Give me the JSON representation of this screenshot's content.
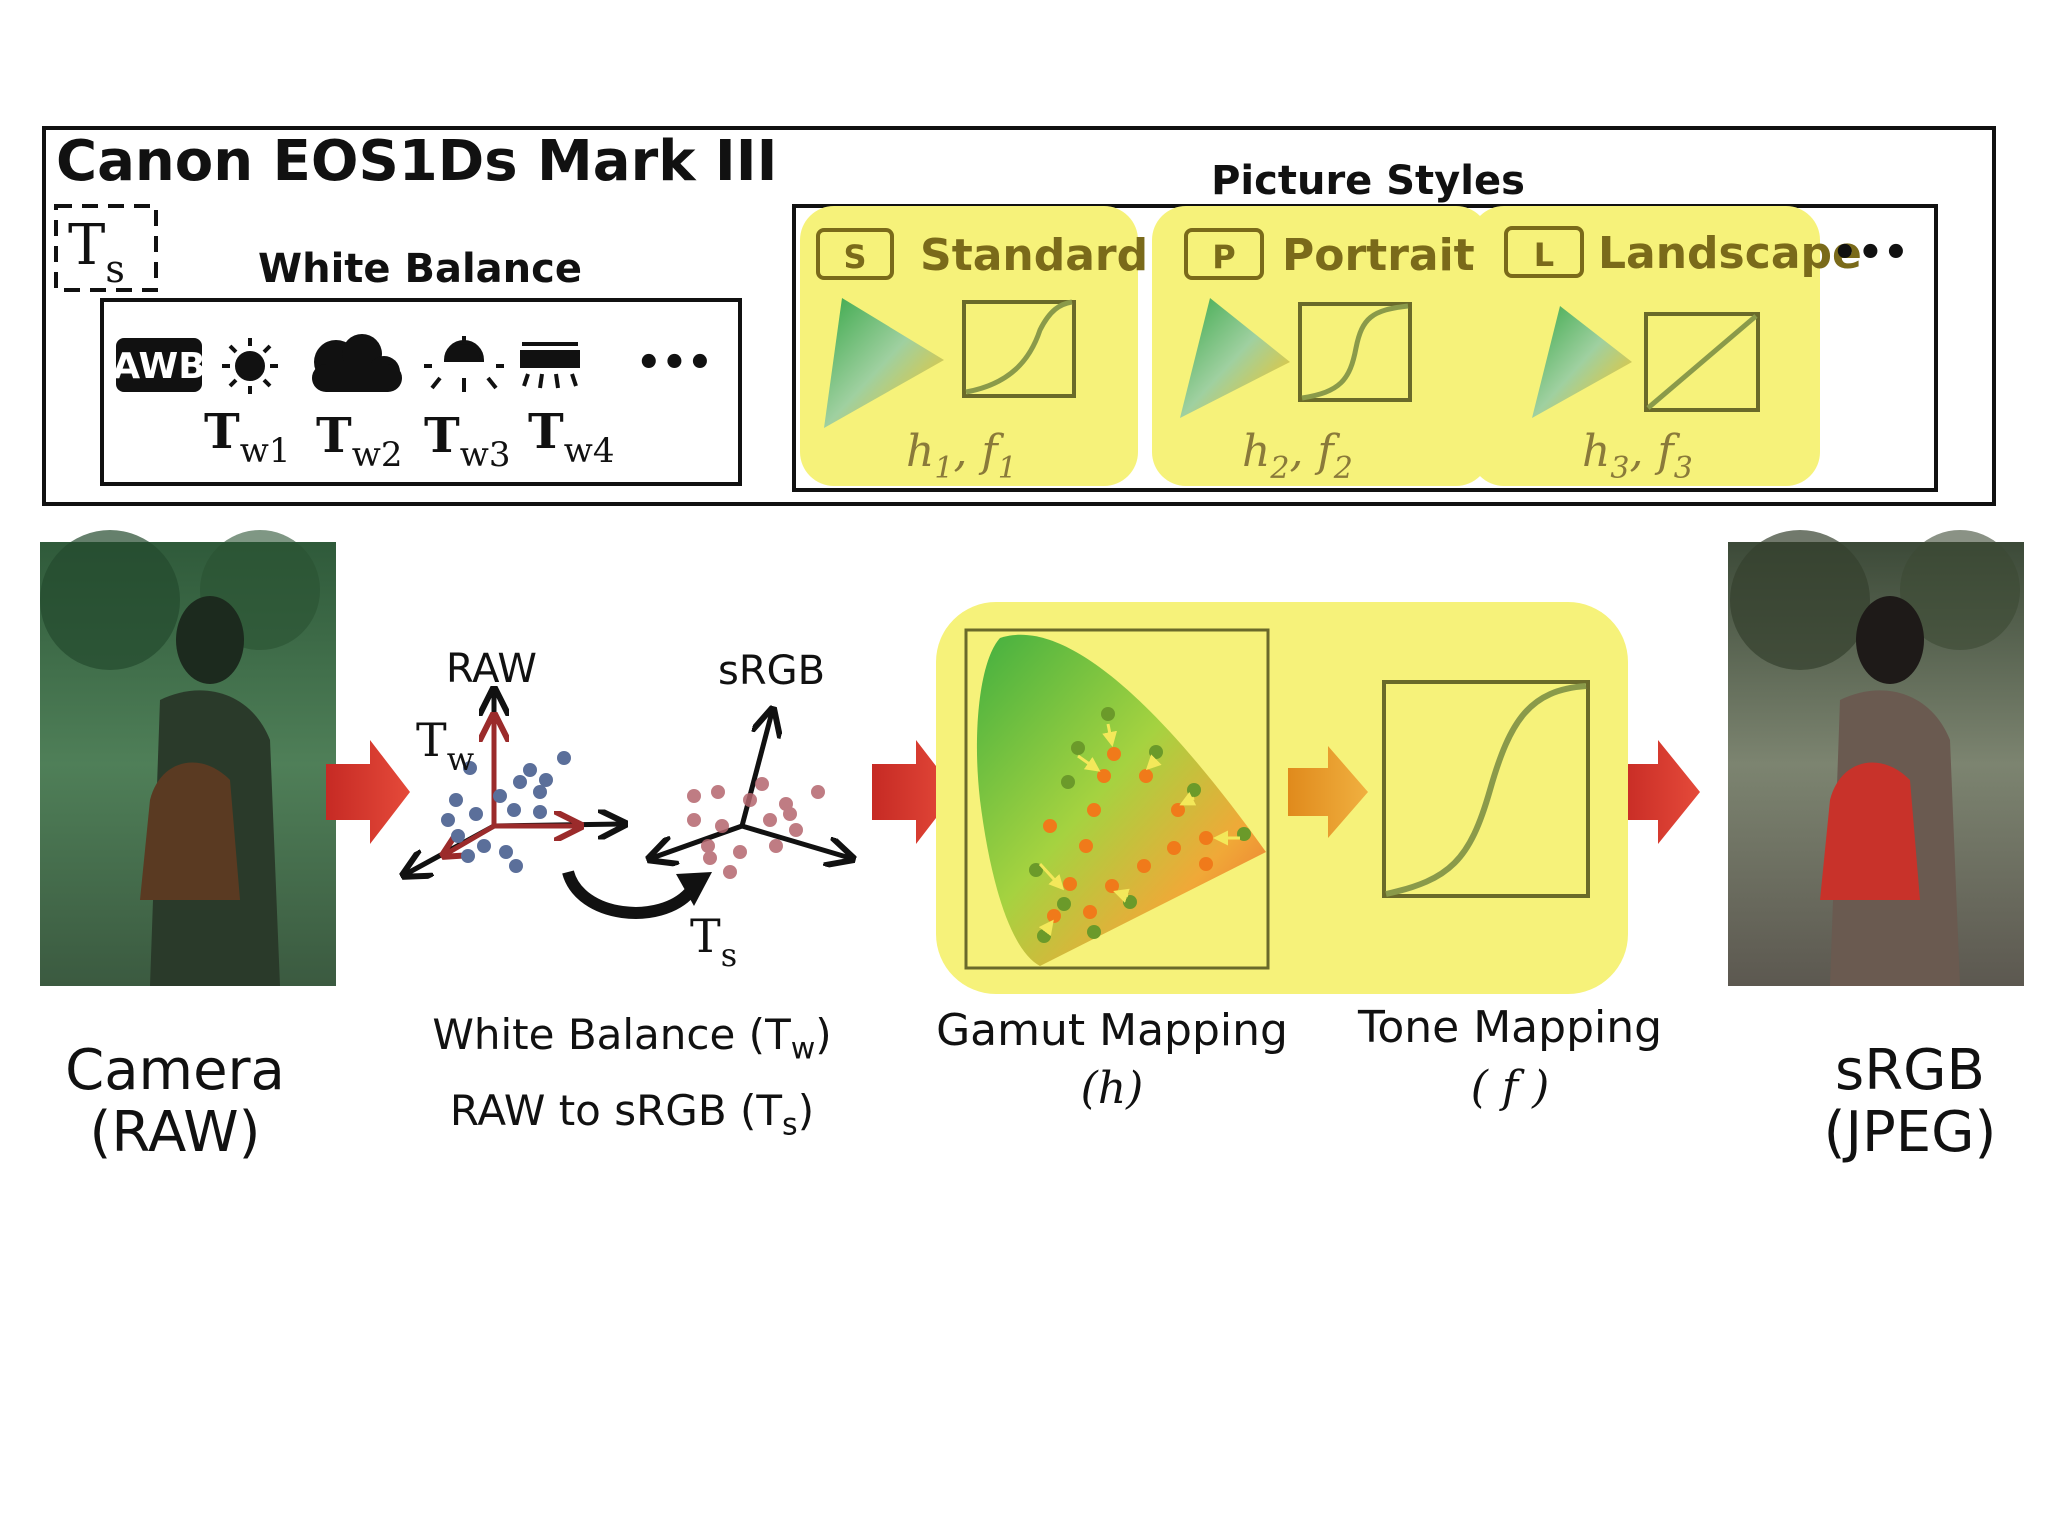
{
  "camera": {
    "name": "Canon EOS1Ds Mark III",
    "ts_box": "T",
    "ts_sub": "s"
  },
  "white_balance": {
    "title": "White Balance",
    "awb_label": "AWB",
    "more": "•••",
    "icons": [
      "awb-icon",
      "sun-icon",
      "cloud-icon",
      "tungsten-icon",
      "fluorescent-icon"
    ],
    "settings": [
      {
        "base": "T",
        "sub": "w1"
      },
      {
        "base": "T",
        "sub": "w2"
      },
      {
        "base": "T",
        "sub": "w3"
      },
      {
        "base": "T",
        "sub": "w4"
      }
    ]
  },
  "picture_styles": {
    "title": "Picture Styles",
    "more": "•••",
    "styles": [
      {
        "letter": "S",
        "name": "Standard",
        "h": "h",
        "h_sub": "1",
        "f": "f",
        "f_sub": "1"
      },
      {
        "letter": "P",
        "name": "Portrait",
        "h": "h",
        "h_sub": "2",
        "f": "f",
        "f_sub": "2"
      },
      {
        "letter": "L",
        "name": "Landscape",
        "h": "h",
        "h_sub": "3",
        "f": "f",
        "f_sub": "3"
      }
    ]
  },
  "pipeline": {
    "camera_raw": {
      "line1": "Camera",
      "line2": "(RAW)"
    },
    "raw_axis_label": "RAW",
    "srgb_axis_label": "sRGB",
    "tw": {
      "base": "T",
      "sub": "w"
    },
    "ts": {
      "base": "T",
      "sub": "s"
    },
    "wb_caption": {
      "line1": "White Balance (T",
      "line1_sub": "w",
      "line1_end": ")",
      "line2": "RAW to sRGB (T",
      "line2_sub": "s",
      "line2_end": ")"
    },
    "gamut": {
      "line1": "Gamut Mapping",
      "line2": "(h)"
    },
    "tone": {
      "line1": "Tone Mapping",
      "line2": "( f )"
    },
    "output": {
      "line1": "sRGB",
      "line2": "(JPEG)"
    }
  },
  "colors": {
    "highlight": "#f6f27a",
    "olive_text": "#7a6a1a",
    "arrow_red": "#d9342b",
    "arrow_orange": "#e39a23",
    "raw_dots": "#5b6f9a",
    "srgb_dots": "#b4666e",
    "wb_axis": "#9b2b2b"
  }
}
